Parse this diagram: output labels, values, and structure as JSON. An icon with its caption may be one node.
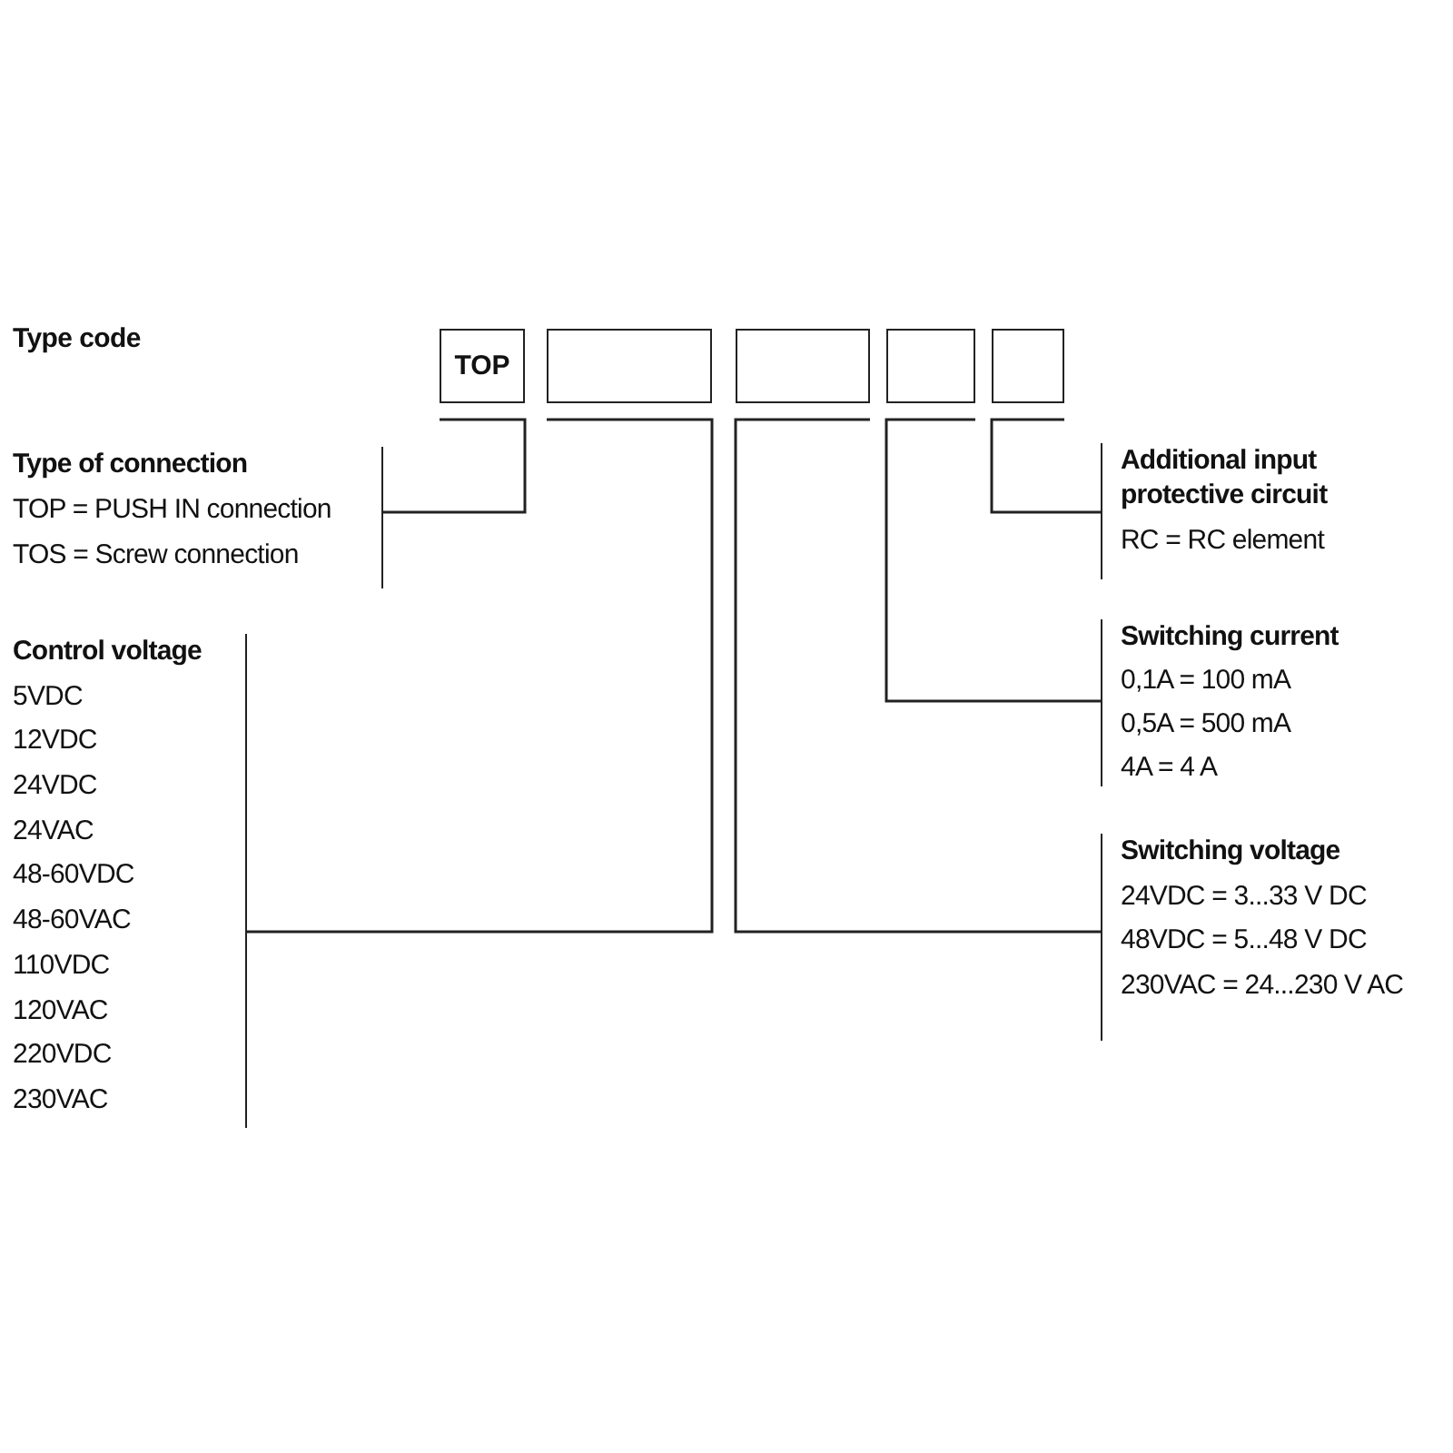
{
  "diagram": {
    "nodes": [
      {
        "text": [
          "TOP"
        ]
      },
      {
        "text": [],
        "shape": "box"
      },
      {
        "text": [],
        "shape": "box"
      },
      {
        "text": [],
        "shape": "box"
      },
      {
        "text": [],
        "shape": "box"
      },
      {
        "text": [
          "Type of connection",
          "TOP = PUSH IN connection",
          "TOS = Screw connection"
        ]
      },
      {
        "text": [
          "Additional input protective circuit",
          "RC = RC element"
        ]
      },
      {
        "text": [
          "Control voltage",
          "5VDC",
          "12VDC",
          "24VDC",
          "24VAC",
          "48-60VDC",
          "48-60VAC",
          "110VDC",
          "120VAC",
          "220VDC",
          "230VAC"
        ]
      },
      {
        "text": [
          "Switching current",
          "0,1A = 100 mA",
          "0,5A = 500 mA",
          "4A = 4 A"
        ]
      },
      {
        "text": [
          "Switching voltage",
          "24VDC = 3...33 V DC",
          "48VDC = 5...48 V DC",
          "230VAC = 24...230 V AC"
        ]
      }
    ],
    "edges": [
      {
        "from": 0,
        "to": 5,
        "arrow": "none"
      },
      {
        "from": 1,
        "to": 7,
        "arrow": "none"
      },
      {
        "from": 2,
        "to": 9,
        "arrow": "none"
      },
      {
        "from": 3,
        "to": 8,
        "arrow": "none"
      },
      {
        "from": 4,
        "to": 6,
        "arrow": "none"
      }
    ],
    "labels": [
      "Type code"
    ]
  }
}
